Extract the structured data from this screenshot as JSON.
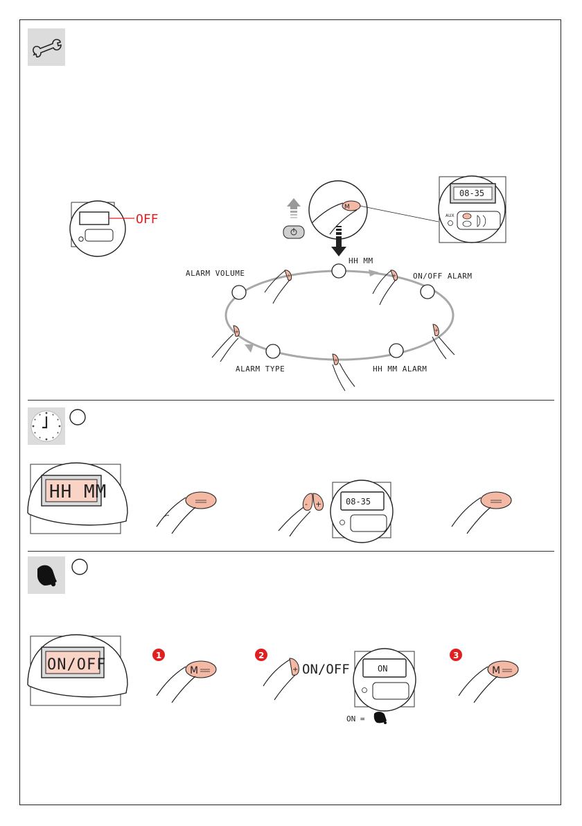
{
  "status": {
    "off_label": "OFF"
  },
  "cycle": {
    "labels": {
      "alarm_volume": "ALARM VOLUME",
      "hh_mm": "HH MM",
      "on_off_alarm": "ON/OFF ALARM",
      "alarm_type": "ALARM TYPE",
      "hh_mm_alarm": "HH MM ALARM"
    }
  },
  "displays": {
    "clock_time": "08-35",
    "section_clock": "HH MM",
    "section_alarm": "ON/OFF",
    "alarm_on": "ON"
  },
  "buttons": {
    "minus": "-",
    "plus": "+",
    "mode": "M"
  },
  "alarm_steps": {
    "step1": "1",
    "step2": "2",
    "step3": "3",
    "on_off_text": "ON/OFF",
    "legend": "ON ="
  },
  "colors": {
    "accent_red": "#e02020",
    "finger_pink": "#f4b9a4",
    "lcd_pink": "#f9d3c6",
    "ring_gray": "#a8a8a8"
  },
  "icons": {
    "setup": "wrench-icon",
    "clock": "clock-icon",
    "alarm": "bell-icon"
  }
}
